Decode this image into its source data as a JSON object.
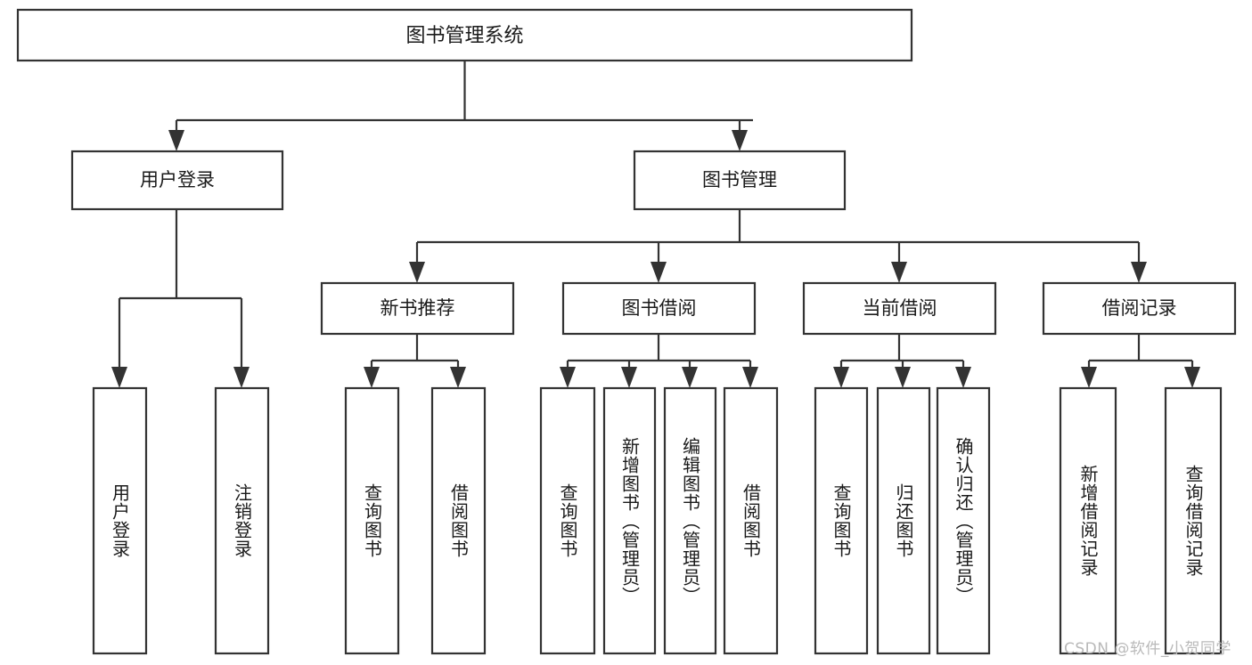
{
  "diagram": {
    "type": "tree-hierarchy",
    "title": "图书管理系统",
    "root": {
      "label": "图书管理系统",
      "orientation": "horizontal"
    },
    "level1": [
      {
        "label": "用户登录",
        "orientation": "horizontal"
      },
      {
        "label": "图书管理",
        "orientation": "horizontal"
      }
    ],
    "level2": [
      {
        "label": "新书推荐",
        "orientation": "horizontal",
        "parent": "图书管理"
      },
      {
        "label": "图书借阅",
        "orientation": "horizontal",
        "parent": "图书管理"
      },
      {
        "label": "当前借阅",
        "orientation": "horizontal",
        "parent": "图书管理"
      },
      {
        "label": "借阅记录",
        "orientation": "horizontal",
        "parent": "图书管理"
      }
    ],
    "leaves": [
      {
        "label": "用户登录",
        "orientation": "vertical",
        "parent": "用户登录"
      },
      {
        "label": "注销登录",
        "orientation": "vertical",
        "parent": "用户登录"
      },
      {
        "label": "查询图书",
        "orientation": "vertical",
        "parent": "新书推荐"
      },
      {
        "label": "借阅图书",
        "orientation": "vertical",
        "parent": "新书推荐"
      },
      {
        "label": "查询图书",
        "orientation": "vertical",
        "parent": "图书借阅"
      },
      {
        "label": "新增图书（管理员）",
        "orientation": "vertical",
        "parent": "图书借阅"
      },
      {
        "label": "编辑图书（管理员）",
        "orientation": "vertical",
        "parent": "图书借阅"
      },
      {
        "label": "借阅图书",
        "orientation": "vertical",
        "parent": "图书借阅"
      },
      {
        "label": "查询图书",
        "orientation": "vertical",
        "parent": "当前借阅"
      },
      {
        "label": "归还图书",
        "orientation": "vertical",
        "parent": "当前借阅"
      },
      {
        "label": "确认归还（管理员）",
        "orientation": "vertical",
        "parent": "当前借阅"
      },
      {
        "label": "新增借阅记录",
        "orientation": "vertical",
        "parent": "借阅记录"
      },
      {
        "label": "查询借阅记录",
        "orientation": "vertical",
        "parent": "借阅记录"
      }
    ],
    "colors": {
      "stroke": "#333333",
      "box_fill": "#ffffff",
      "text": "#1a1a1a",
      "background": "#ffffff",
      "watermark": "#b9b9b9"
    }
  },
  "watermark": {
    "text": "CSDN @软件_小贺同学"
  }
}
